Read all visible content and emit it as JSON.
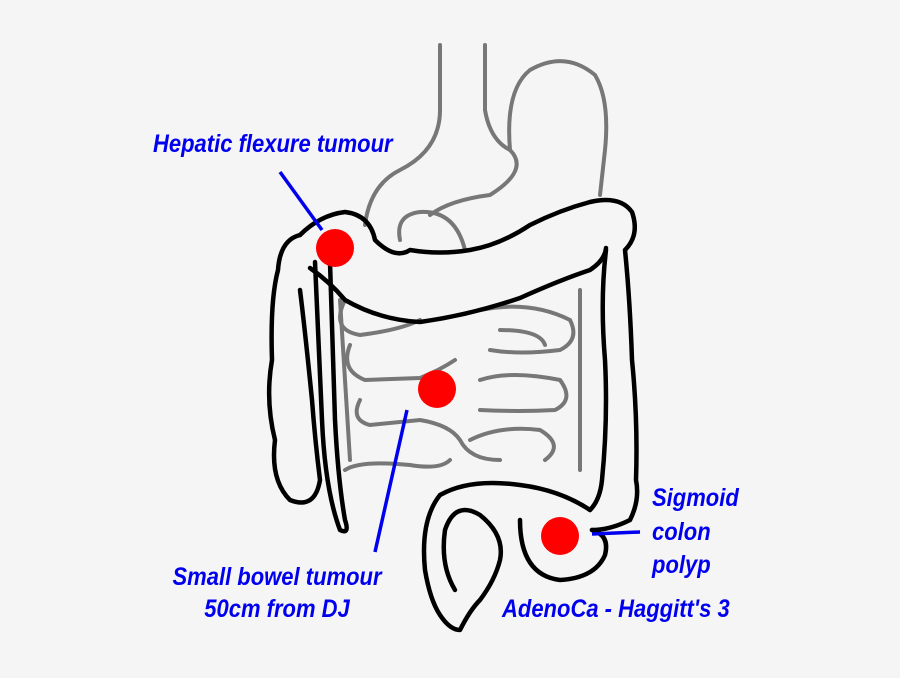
{
  "colors": {
    "label": "#0000ee",
    "marker": "#ff0000",
    "outline_bold": "#000000",
    "outline_light": "#777777",
    "background": "#f5f5f5"
  },
  "labels": {
    "hepatic": "Hepatic flexure tumour",
    "small_bowel_line1": "Small bowel tumour",
    "small_bowel_line2": "50cm from DJ",
    "sigmoid_line1": "Sigmoid",
    "sigmoid_line2": "colon",
    "sigmoid_line3": "polyp",
    "histology": "AdenoCa - Haggitt's 3"
  }
}
